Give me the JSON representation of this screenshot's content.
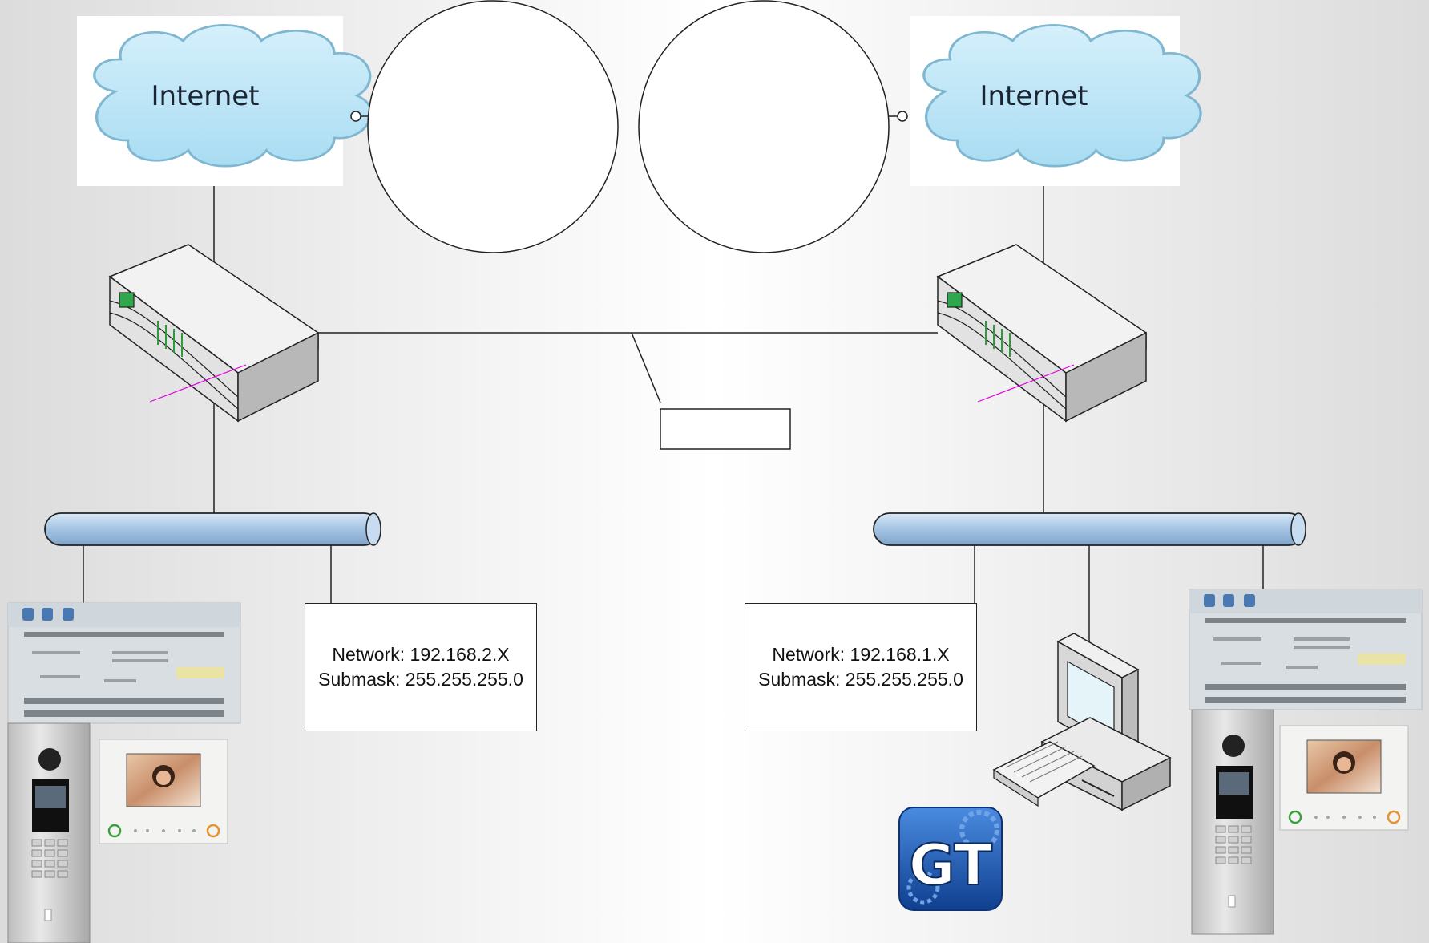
{
  "clouds": {
    "left_label": "Internet",
    "right_label": "Internet"
  },
  "left_network": {
    "network_line": "Network: 192.168.2.X",
    "submask_line": "Submask: 255.255.255.0"
  },
  "right_network": {
    "network_line": "Network: 192.168.1.X",
    "submask_line": "Submask: 255.255.255.0"
  },
  "logo": {
    "text": "GT"
  },
  "colors": {
    "background": "#ececec",
    "cloud_fill": "#bfe6f6",
    "bus_pipe": "#9fbfdf",
    "router_led": "#2ea84a",
    "logo_blue": "#1b5fb8"
  },
  "icons": [
    "cloud-icon",
    "router-icon",
    "network-bus-icon",
    "desktop-computer-icon",
    "gt-logo-icon",
    "intercom-controller-icon",
    "door-panel-icon",
    "video-monitor-icon"
  ]
}
